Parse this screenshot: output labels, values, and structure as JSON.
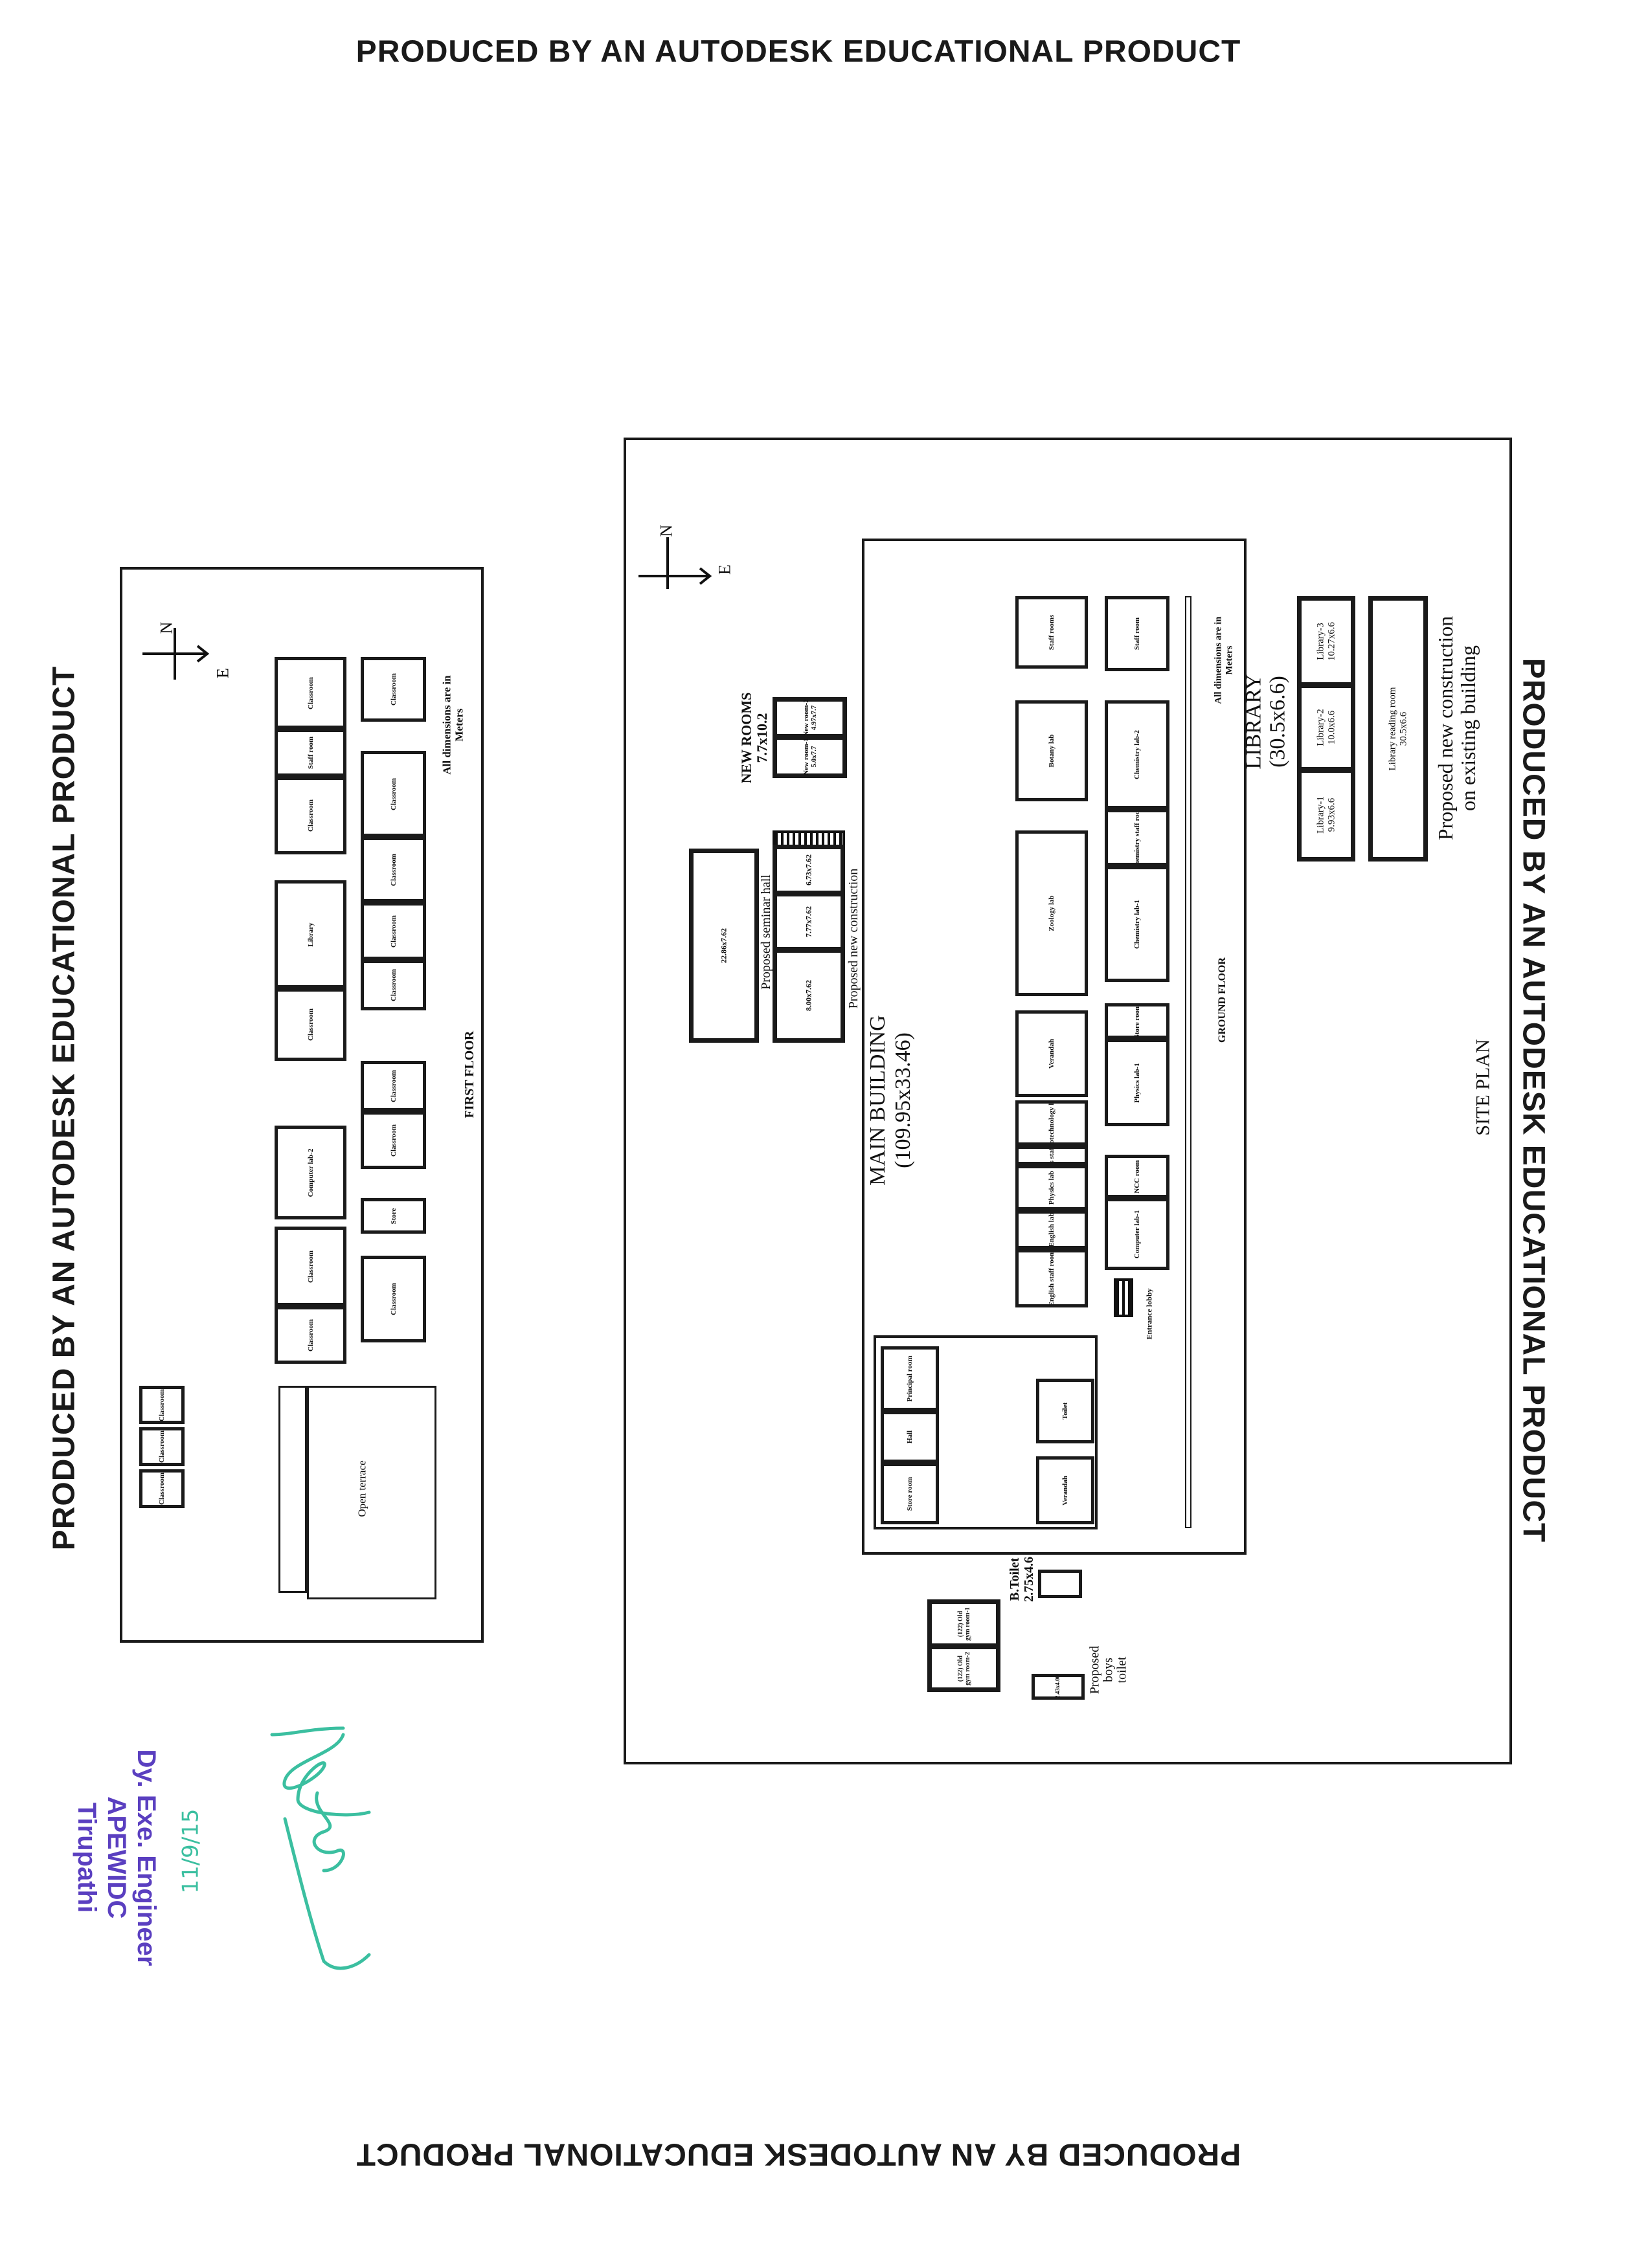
{
  "watermark": "PRODUCED BY AN AUTODESK EDUCATIONAL PRODUCT",
  "site_plan": {
    "title": "SITE PLAN",
    "compass": {
      "north": "N",
      "east": "E"
    },
    "new_rooms": {
      "title": "NEW ROOMS",
      "size": "7.7x10.2",
      "rooms": [
        {
          "name": "New room-1",
          "size": "5.0x7.7"
        },
        {
          "name": "New room-2",
          "size": "4.97x7.7"
        }
      ]
    },
    "seminar_hall": {
      "label": "Proposed seminar hall",
      "size": "22.86x7.62"
    },
    "new_construction": {
      "label": "Proposed new construction",
      "rooms": [
        "8.00x7.62",
        "7.77x7.62",
        "6.73x7.62"
      ]
    },
    "main_building": {
      "title": "MAIN BUILDING",
      "size": "(109.95x33.46)"
    },
    "library": {
      "title": "LIBRARY",
      "size": "(30.5x6.6)",
      "rooms": [
        {
          "name": "Library-1",
          "size": "9.93x6.6"
        },
        {
          "name": "Library-2",
          "size": "10.0x6.6"
        },
        {
          "name": "Library-3",
          "size": "10.27x6.6"
        }
      ],
      "reading_room": {
        "name": "Library reading room",
        "size": "30.5x6.6"
      },
      "note": "Proposed new construction",
      "note2": "on existing building"
    },
    "ground_floor": {
      "title": "GROUND FLOOR",
      "dimensions_note": "All dimensions are in",
      "dimensions_unit": "Meters",
      "rooms_north": [
        "Staff rooms",
        "Botany lab",
        "Zoology lab",
        "Verandah",
        "Biotechnology lab",
        "Physics staff room",
        "Physics lab",
        "English lab",
        "English staff room"
      ],
      "rooms_south": [
        "Staff room",
        "Chemistry lab-2",
        "Chemistry staff room",
        "Chemistry lab-1",
        "Store room",
        "Physics lab-1",
        "NCC room",
        "Computer lab-1"
      ],
      "rooms_west": [
        "Principal room",
        "Hall",
        "Store room",
        "Toilet",
        "Verandah",
        "Entrance lobby"
      ]
    },
    "toilets": {
      "b_toilet_label": "B.Toilet",
      "b_toilet_size": "2.75x4.6",
      "boys_label": "Proposed",
      "boys_label2": "boys",
      "boys_label3": "toilet",
      "boys_size": "2.43x4.00",
      "gym_rooms": [
        "(122) Old gym room-1",
        "(122) Old gym room-2"
      ]
    }
  },
  "first_floor": {
    "title": "FIRST FLOOR",
    "compass": {
      "north": "N",
      "east": "E"
    },
    "dimensions_note": "All dimensions are in",
    "dimensions_unit": "Meters",
    "rooms_north": [
      "Classroom",
      "Staff room",
      "Classroom",
      "Library",
      "Classroom",
      "Computer lab-2",
      "Classroom",
      "Classroom"
    ],
    "rooms_south": [
      "Classroom",
      "Classroom",
      "Classroom",
      "Classroom",
      "Classroom",
      "Classroom",
      "Classroom",
      "Store",
      "Classroom"
    ],
    "rooms_west": [
      "Classroom",
      "Classroom",
      "Classroom",
      "Open terrace"
    ]
  },
  "approval": {
    "signature_date": "11/9/15",
    "stamp_line1": "Dy. Exe. Engineer",
    "stamp_line2": "APEWIDC",
    "stamp_line3": "Tirupathi",
    "stamp_color": "#5a3fc0",
    "signature_color": "#3bbfa0"
  }
}
